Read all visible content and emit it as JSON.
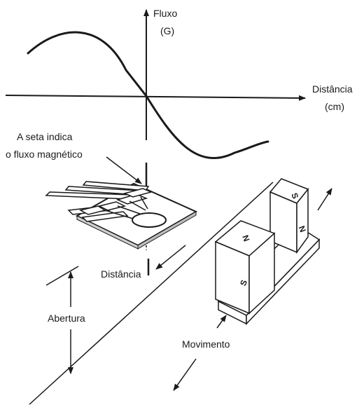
{
  "graph": {
    "y_axis_label_line1": "Fluxo",
    "y_axis_label_line2": "(G)",
    "x_axis_label_line1": "Distância",
    "x_axis_label_line2": "(cm)"
  },
  "annotations": {
    "arrow_note_line1": "A seta indica",
    "arrow_note_line2": "o fluxo magnético",
    "distance": "Distância",
    "gap": "Abertura",
    "motion": "Movimento"
  },
  "magnets": {
    "left_top_pole": "N",
    "left_side_pole": "S",
    "right_top_pole": "S",
    "right_side_pole": "N"
  }
}
